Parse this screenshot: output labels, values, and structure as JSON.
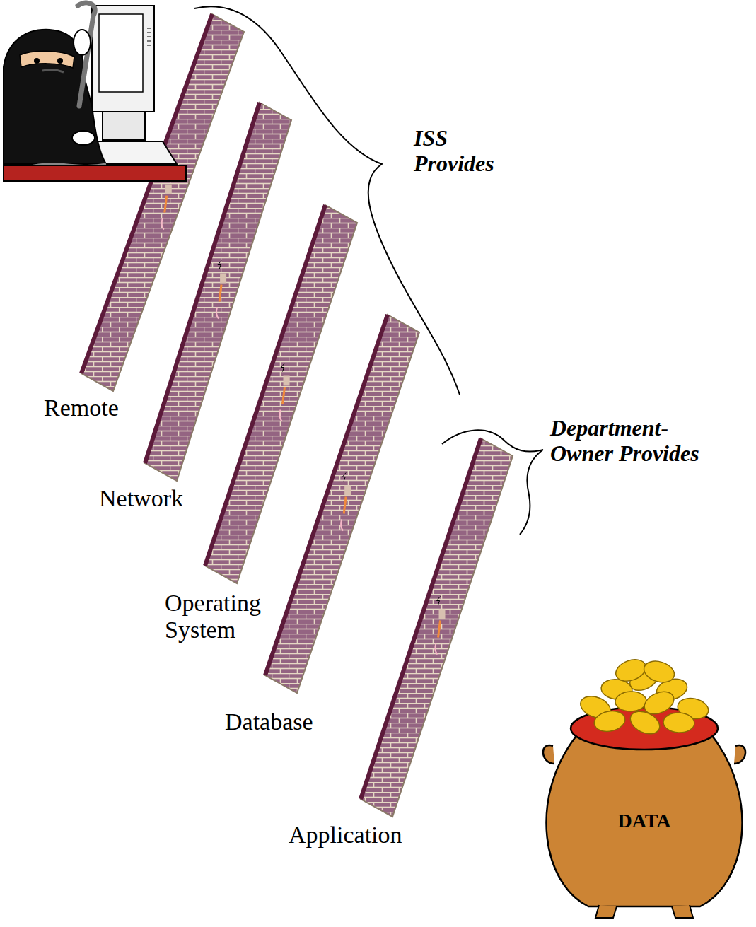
{
  "diagram": {
    "nodes": [
      {
        "text": [
          "DATA"
        ]
      }
    ],
    "labels": [
      "ISS Provides",
      "Remote",
      "Department-Owner Provides",
      "Network",
      "Operating System",
      "Database",
      "Application"
    ]
  }
}
